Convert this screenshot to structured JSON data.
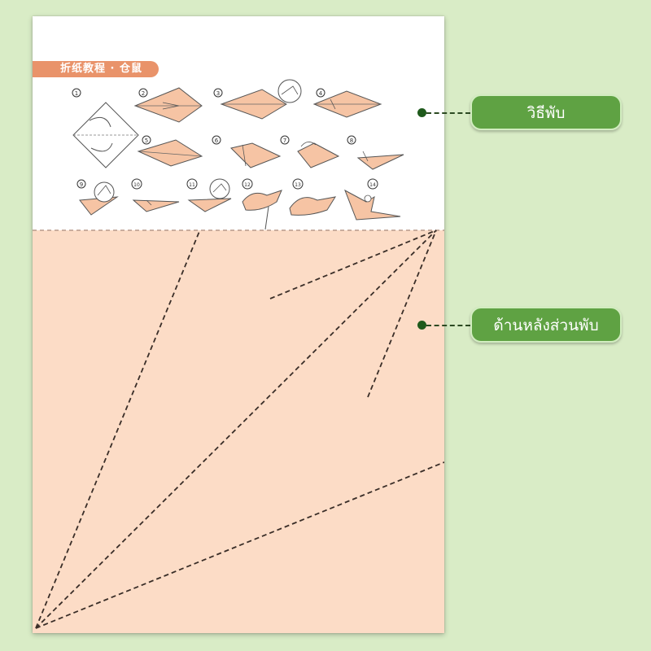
{
  "sheet": {
    "tutorial_title": "折纸教程 · 仓鼠",
    "step_numbers": [
      "1",
      "2",
      "3",
      "4",
      "5",
      "6",
      "7",
      "8",
      "9",
      "10",
      "11",
      "12",
      "13",
      "14"
    ]
  },
  "callouts": {
    "steps_label": "วิธีพับ",
    "back_label": "ด้านหลังส่วนพับ"
  },
  "colors": {
    "background": "#d9ecc6",
    "paper_back": "#fcdcc6",
    "paper_front": "#f6c4a4",
    "title_band": "#e9936a",
    "callout": "#5fa243"
  }
}
